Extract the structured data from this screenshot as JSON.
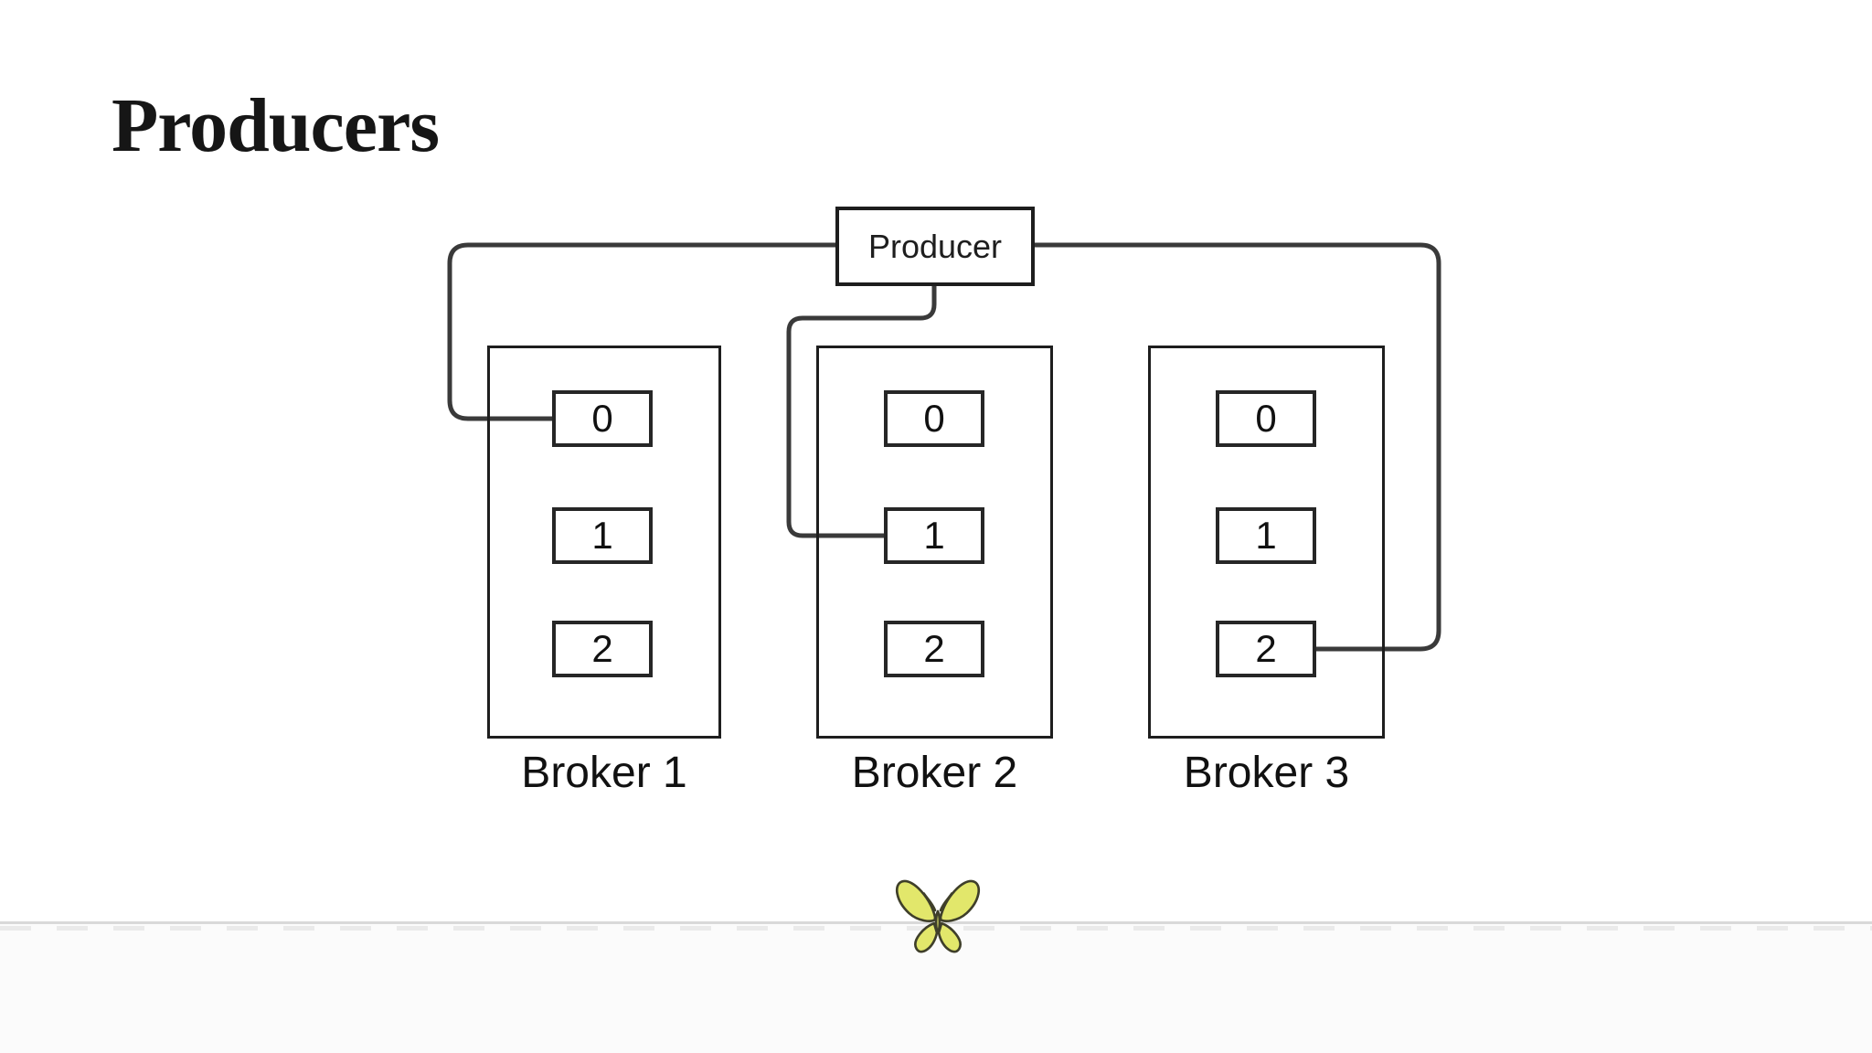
{
  "page": {
    "title": "Producers",
    "background": "#ffffff",
    "footer_background": "#fbfbfb",
    "divider_color": "#d9d9d9"
  },
  "diagram": {
    "producer": {
      "label": "Producer"
    },
    "brokers": [
      {
        "label": "Broker 1",
        "partitions": [
          "0",
          "1",
          "2"
        ]
      },
      {
        "label": "Broker 2",
        "partitions": [
          "0",
          "1",
          "2"
        ]
      },
      {
        "label": "Broker 3",
        "partitions": [
          "0",
          "1",
          "2"
        ]
      }
    ],
    "connections": [
      {
        "from": "Producer",
        "to": "Broker 1 partition 0"
      },
      {
        "from": "Producer",
        "to": "Broker 2 partition 1"
      },
      {
        "from": "Producer",
        "to": "Broker 3 partition 2"
      }
    ],
    "colors": {
      "connector": "#3a3a3a",
      "box_border": "#1e1e1e"
    }
  },
  "footer": {
    "butterfly_icon": {
      "name": "butterfly-icon",
      "fill": "#e2e76b",
      "stroke": "#3f3f2a"
    }
  }
}
